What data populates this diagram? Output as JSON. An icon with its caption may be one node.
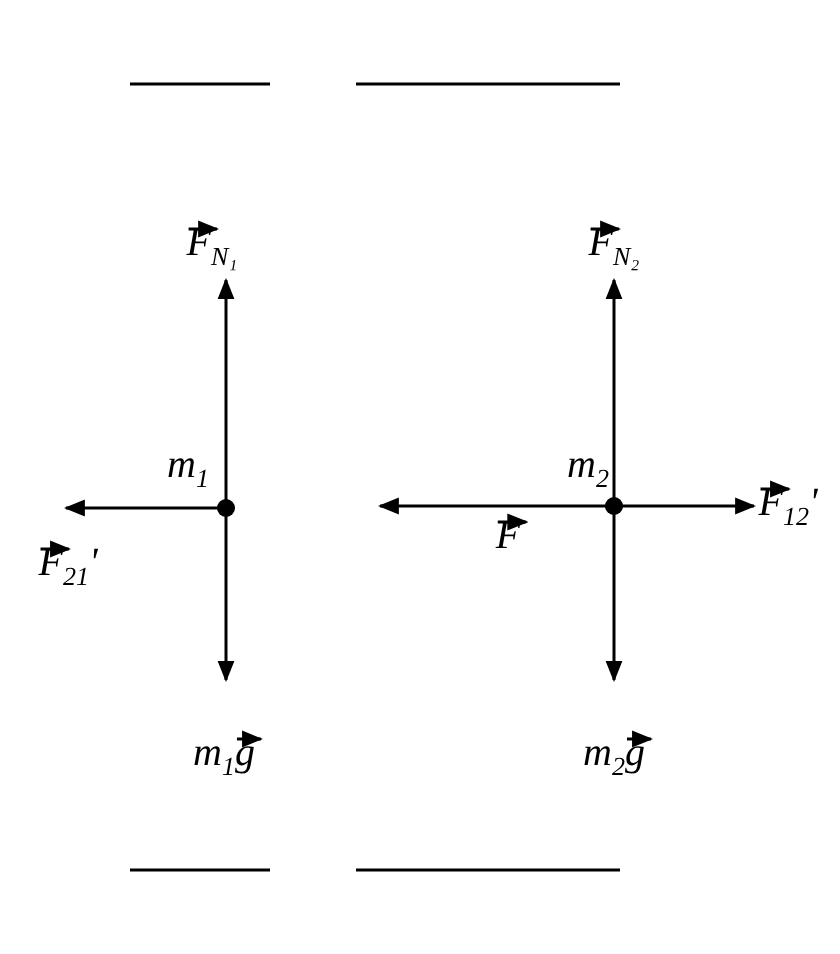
{
  "diagram": {
    "labels": [
      "F$_{N₁}$",
      "m$_{1}$",
      "F$_{21}$'",
      "m$_{1}$g",
      "F$_{N₂}$",
      "m$_{2}$",
      "F",
      "F$_{12}$'",
      "m$_{2}$g"
    ]
  }
}
